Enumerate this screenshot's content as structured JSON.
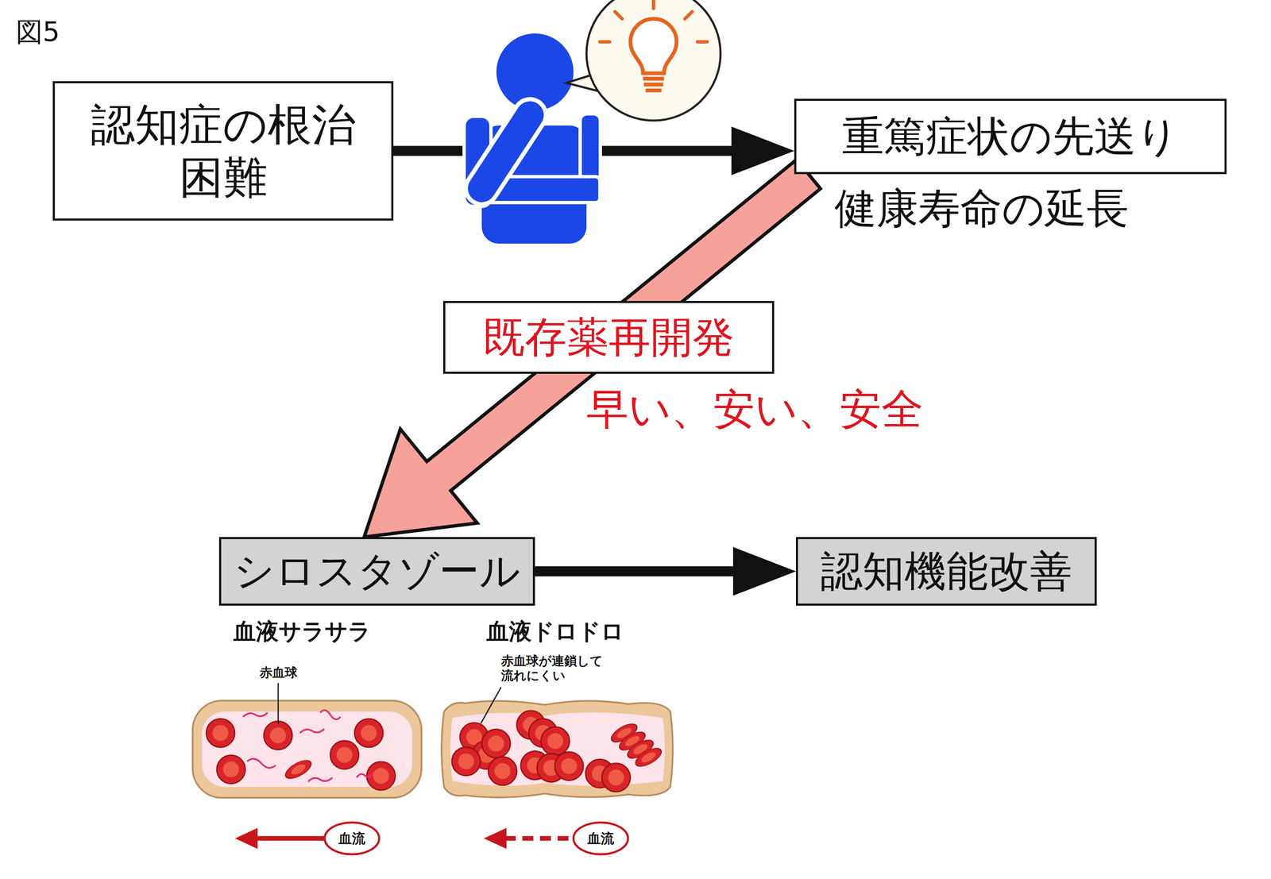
{
  "diagram": {
    "nodes": [
      {
        "text": [
          "認知症の根治 困難"
        ]
      },
      {
        "text": [
          "重篤症状の先送り"
        ]
      },
      {
        "text": [
          "シロスタゾール"
        ]
      },
      {
        "text": [
          "認知機能改善"
        ]
      }
    ],
    "edges": [
      {
        "from": 0,
        "to": 1,
        "arrow": "to"
      },
      {
        "from": 1,
        "to": 2,
        "arrow": "to",
        "label": "既存薬再開発"
      },
      {
        "from": 2,
        "to": 3,
        "arrow": "to"
      }
    ],
    "labels": [
      "図5",
      "健康寿命の延長",
      "早い、安い、安全",
      "血液サラサラ",
      "血液ドロドロ",
      "赤血球",
      "赤血球が連鎖して 流れにくい",
      "血流",
      "血流"
    ]
  }
}
